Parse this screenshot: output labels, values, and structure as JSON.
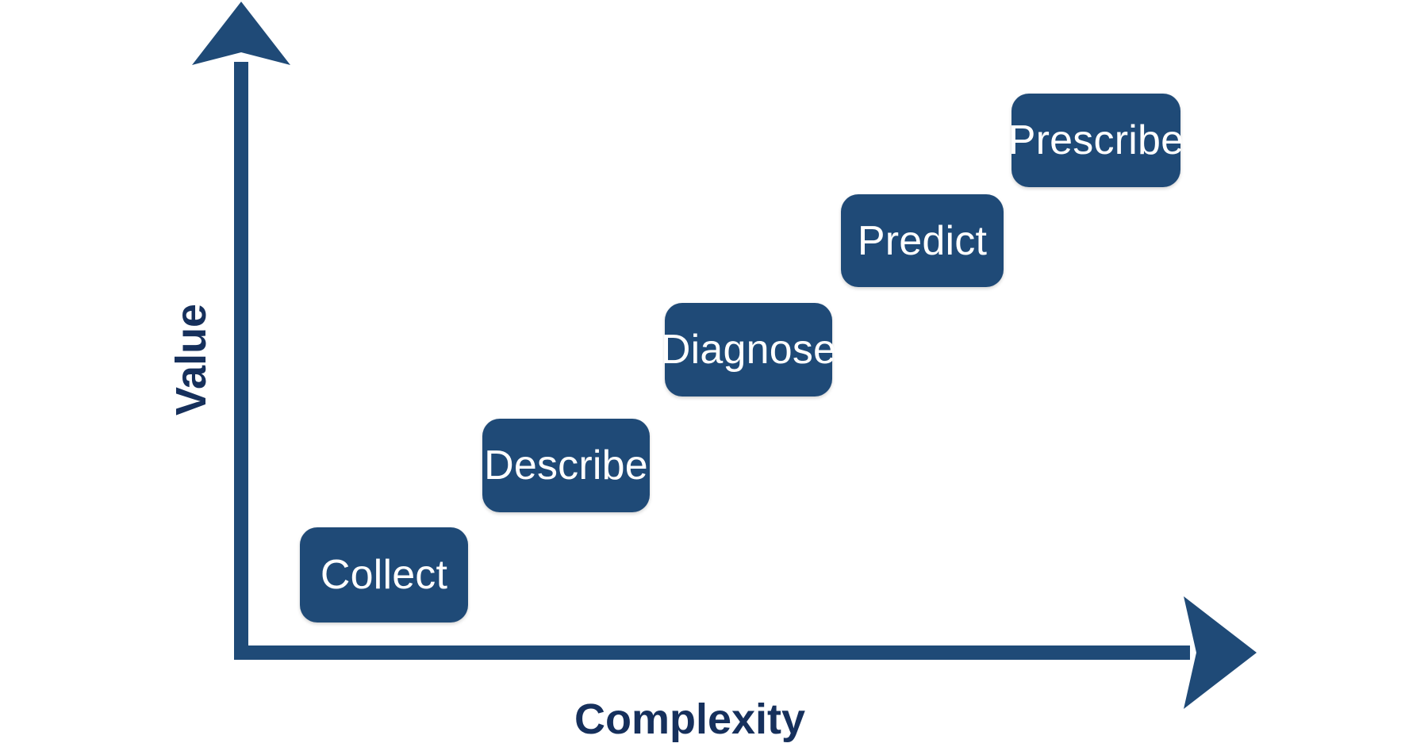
{
  "diagram": {
    "type": "maturity-staircase",
    "title_present": false,
    "colors": {
      "box_fill": "#1f4a77",
      "box_text": "#ffffff",
      "axis": "#1f4a77",
      "axis_label_text": "#16305c",
      "background": "#ffffff"
    },
    "axes": {
      "y": {
        "label": "Value",
        "orientation": "vertical",
        "direction": "increasing-upward",
        "arrow": true,
        "ticks": []
      },
      "x": {
        "label": "Complexity",
        "orientation": "horizontal",
        "direction": "increasing-rightward",
        "arrow": true,
        "ticks": []
      }
    },
    "steps": [
      {
        "label": "Collect",
        "order": 1,
        "complexity_rank": 1,
        "value_rank": 1
      },
      {
        "label": "Describe",
        "order": 2,
        "complexity_rank": 2,
        "value_rank": 2
      },
      {
        "label": "Diagnose",
        "order": 3,
        "complexity_rank": 3,
        "value_rank": 3
      },
      {
        "label": "Predict",
        "order": 4,
        "complexity_rank": 4,
        "value_rank": 4
      },
      {
        "label": "Prescribe",
        "order": 5,
        "complexity_rank": 5,
        "value_rank": 5
      }
    ]
  }
}
